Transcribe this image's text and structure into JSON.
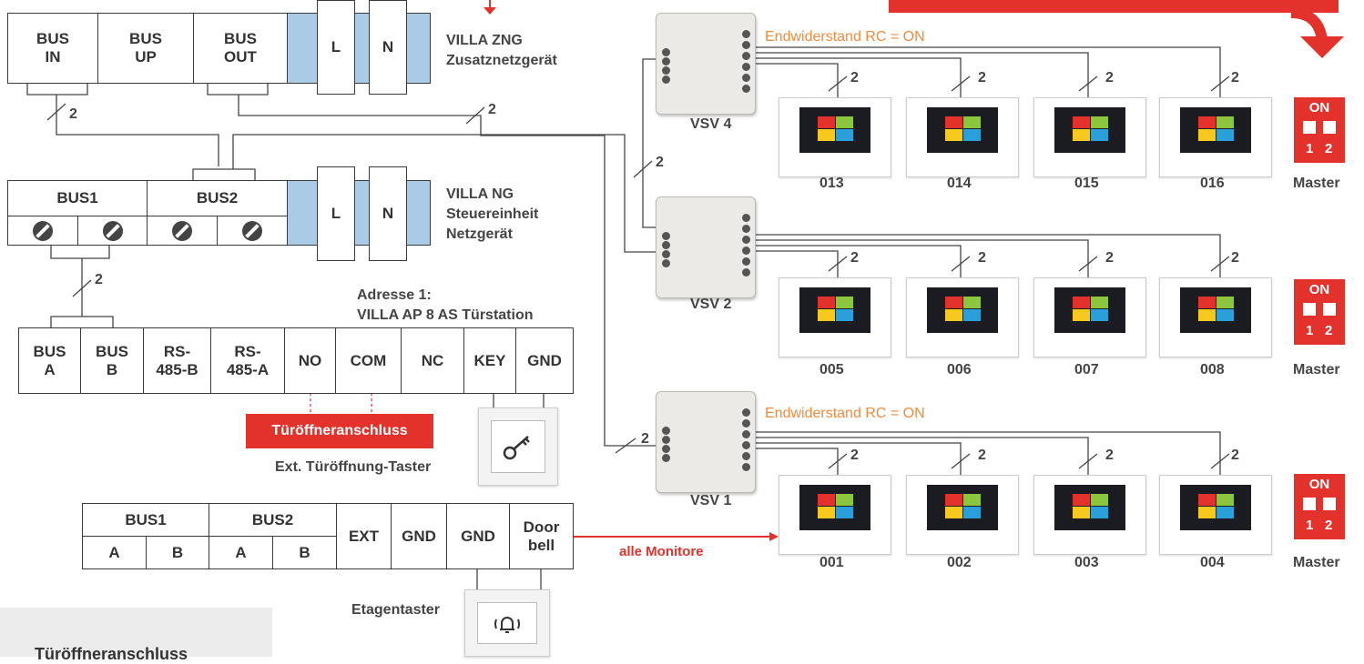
{
  "zng": {
    "cells": [
      "BUS\nIN",
      "BUS\nUP",
      "BUS\nOUT"
    ],
    "l": "L",
    "n": "N",
    "title": "VILLA ZNG\nZusatznetzgerät"
  },
  "ng": {
    "bus1": "BUS1",
    "bus2": "BUS2",
    "l": "L",
    "n": "N",
    "title": "VILLA NG\nSteuereinheit\nNetzgerät"
  },
  "station": {
    "title": "Adresse 1:\nVILLA AP 8 AS Türstation",
    "cells": [
      "BUS\nA",
      "BUS\nB",
      "RS-\n485-B",
      "RS-\n485-A",
      "NO",
      "COM",
      "NC",
      "KEY",
      "GND"
    ]
  },
  "opener_label": "Türöffneranschluss",
  "ext_button_label": "Ext. Türöffnung-Taster",
  "monitor_table": {
    "bus1": "BUS1",
    "bus2": "BUS2",
    "a1": "A",
    "b1": "B",
    "a2": "A",
    "b2": "B",
    "ext": "EXT",
    "gnd1": "GND",
    "gnd2": "GND",
    "doorbell": "Door\nbell"
  },
  "all_monitors": "alle Monitore",
  "floor_button_label": "Etagentaster",
  "bottom_label": "Türöffneranschluss",
  "wire_count": "2",
  "rc_note": "Endwiderstand RC = ON",
  "vsv": [
    "VSV 4",
    "VSV 2",
    "VSV 1"
  ],
  "rows": [
    {
      "monitors": [
        "013",
        "014",
        "015",
        "016"
      ]
    },
    {
      "monitors": [
        "005",
        "006",
        "007",
        "008"
      ]
    },
    {
      "monitors": [
        "001",
        "002",
        "003",
        "004"
      ]
    }
  ],
  "dip": {
    "on": "ON",
    "one": "1",
    "two": "2",
    "master": "Master"
  },
  "colors": {
    "accent_red": "#e2322b",
    "rc_orange": "#f08a3c",
    "bus_blue": "#a9cbe6"
  }
}
